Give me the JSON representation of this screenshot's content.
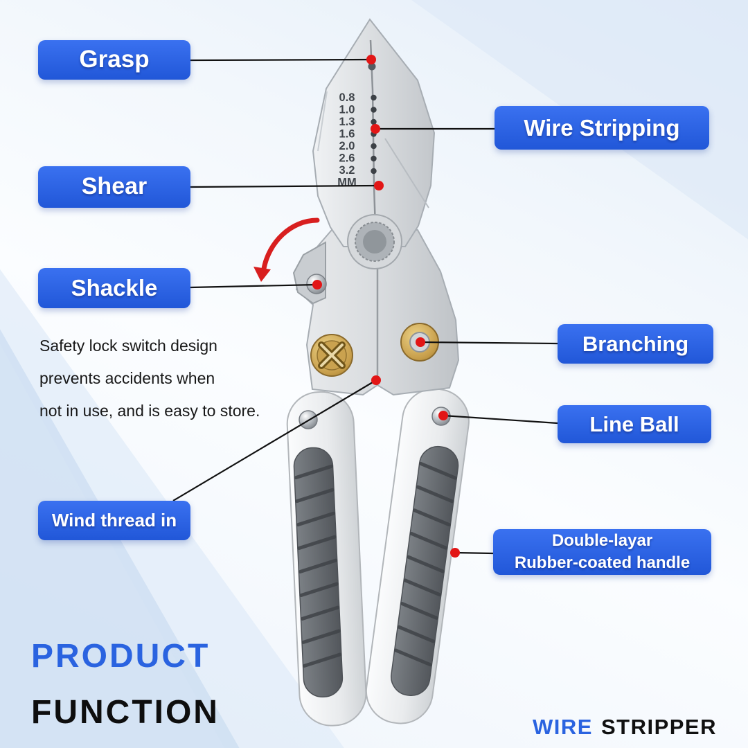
{
  "callouts": {
    "grasp": {
      "label": "Grasp"
    },
    "wire_stripping": {
      "label": "Wire Stripping"
    },
    "shear": {
      "label": "Shear"
    },
    "shackle": {
      "label": "Shackle"
    },
    "branching": {
      "label": "Branching"
    },
    "line_ball": {
      "label": "Line Ball"
    },
    "wind_thread": {
      "label": "Wind thread in"
    },
    "handle": {
      "line1": "Double-layar",
      "line2": "Rubber-coated handle"
    }
  },
  "note": {
    "line1": "Safety lock switch design",
    "line2": "prevents accidents when",
    "line3": "not in use, and is easy to store."
  },
  "tool": {
    "wire_sizes": [
      "0.8",
      "1.0",
      "1.3",
      "1.6",
      "2.0",
      "2.6",
      "3.2",
      "MM"
    ]
  },
  "footer": {
    "heading_line1": "PRODUCT",
    "heading_line2": "FUNCTION",
    "brand_first": "WIRE",
    "brand_second": "STRIPPER"
  },
  "colors": {
    "callout_blue": "#2b63e6",
    "accent_red": "#e01b1b",
    "heading_blue": "#2a63e0",
    "text_dark": "#111111",
    "brass": "#c89f4c"
  }
}
